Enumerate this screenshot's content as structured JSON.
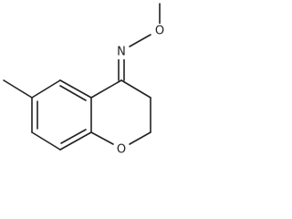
{
  "molecule": {
    "atoms": {
      "imine_nitrogen": "N",
      "oxime_oxygen": "O",
      "ring_oxygen": "O"
    }
  }
}
